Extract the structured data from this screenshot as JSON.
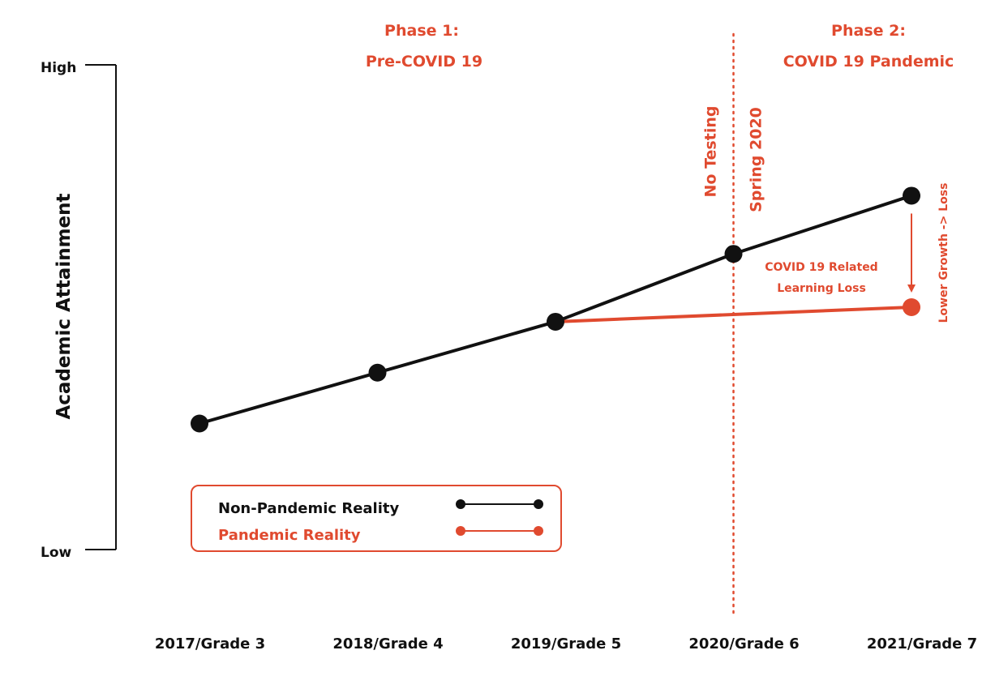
{
  "chart_data": {
    "type": "line",
    "categories": [
      "2017/Grade 3",
      "2018/Grade 4",
      "2019/Grade 5",
      "2020/Grade 6",
      "2021/Grade 7"
    ],
    "ylabel": "Academic Attainment",
    "y_ticks": [
      "High",
      "Low"
    ],
    "ylim": [
      0,
      1
    ],
    "series": [
      {
        "name": "Non-Pandemic Reality",
        "color": "#111111",
        "x": [
          0,
          1,
          2,
          3,
          4
        ],
        "values": [
          0.26,
          0.365,
          0.47,
          0.61,
          0.73
        ]
      },
      {
        "name": "Pandemic Reality",
        "color": "#e04a2f",
        "x": [
          2,
          4
        ],
        "values": [
          0.47,
          0.5
        ]
      }
    ],
    "phases": [
      {
        "line1": "Phase 1:",
        "line2": "Pre-COVID 19"
      },
      {
        "line1": "Phase 2:",
        "line2": "COVID 19 Pandemic"
      }
    ],
    "divider_x": 3,
    "divider_labels": [
      "No Testing",
      "Spring 2020"
    ],
    "gap_label": [
      "COVID 19 Related",
      "Learning Loss"
    ],
    "arrow_label": "Lower Growth -> Loss",
    "grid": false,
    "legend_position": "bottom-left"
  }
}
